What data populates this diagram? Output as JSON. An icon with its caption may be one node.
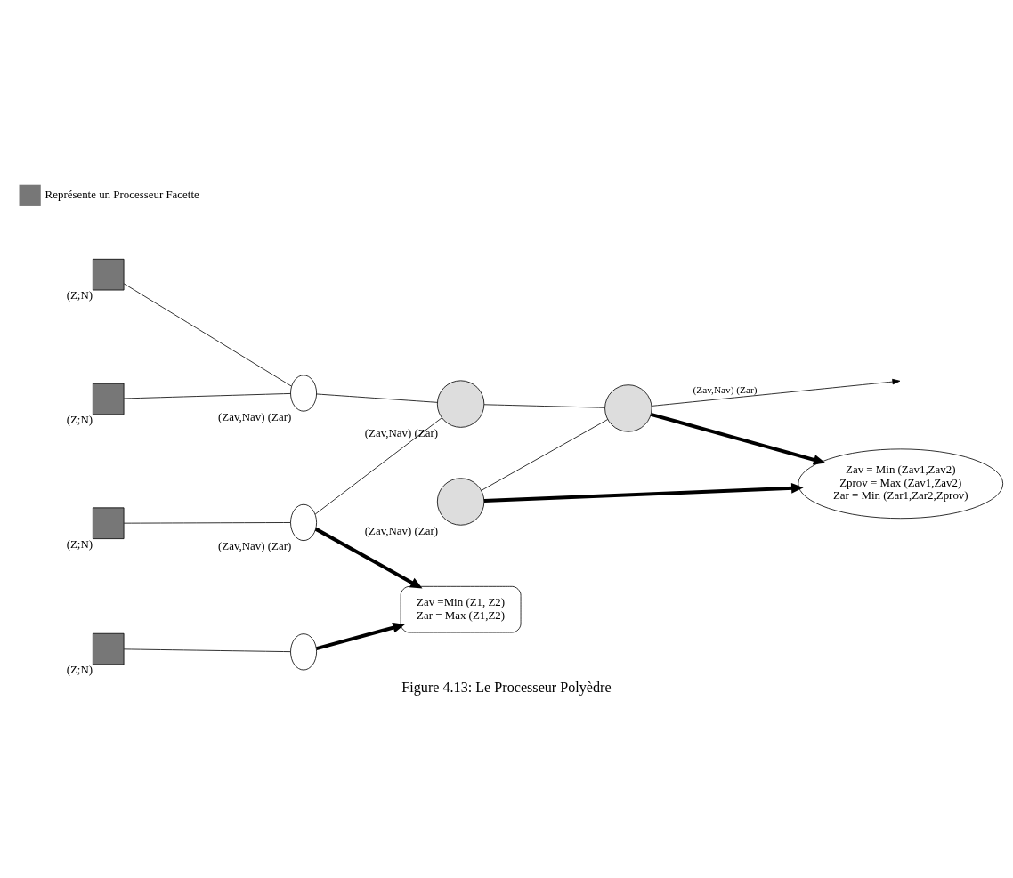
{
  "diagram": {
    "caption": "Figure 4.13: Le Processeur Polyèdre",
    "nodes": [
      {
        "text": [],
        "shape": "box",
        "beside": [
          "(Z;N)"
        ]
      },
      {
        "text": [],
        "shape": "box",
        "beside": [
          "(Z;N)"
        ]
      },
      {
        "text": [],
        "shape": "box",
        "beside": [
          "(Z;N)"
        ]
      },
      {
        "text": [],
        "shape": "box",
        "beside": [
          "(Z;N)"
        ]
      },
      {
        "text": [],
        "shape": "oval",
        "beside": [
          "(Zav,Nav) (Zar)"
        ]
      },
      {
        "text": [],
        "shape": "oval",
        "beside": [
          "(Zav,Nav) (Zar)"
        ]
      },
      {
        "text": [],
        "shape": "oval"
      },
      {
        "text": [],
        "shape": "circle",
        "beside": [
          "(Zav,Nav) (Zar)"
        ]
      },
      {
        "text": [],
        "shape": "circle",
        "beside": [
          "(Zav,Nav) (Zar)"
        ]
      },
      {
        "text": [],
        "shape": "circle"
      },
      {
        "text": [
          "Zav =Min (Z1, Z2)",
          "Zar = Max (Z1,Z2)"
        ]
      },
      {
        "text": [
          "Zav = Min (Zav1,Zav2)",
          "Zprov = Max (Zav1,Zav2)",
          "Zar = Min (Zar1,Zar2,Zprov)"
        ]
      }
    ],
    "edges": [
      {
        "from": 0,
        "to": 4,
        "arrow": "none"
      },
      {
        "from": 1,
        "to": 4,
        "arrow": "none"
      },
      {
        "from": 4,
        "to": 7,
        "arrow": "none"
      },
      {
        "from": 2,
        "to": 5,
        "arrow": "none"
      },
      {
        "from": 5,
        "to": 7,
        "arrow": "none"
      },
      {
        "from": 7,
        "to": 9,
        "arrow": "none"
      },
      {
        "from": 8,
        "to": 9,
        "arrow": "none"
      },
      {
        "from": 3,
        "to": 6,
        "arrow": "none"
      },
      {
        "from": 9,
        "to": null,
        "arrow": "to",
        "label": "(Zav,Nav) (Zar)"
      },
      {
        "from": 6,
        "to": 10,
        "arrow": "to",
        "style": "thick"
      },
      {
        "from": 5,
        "to": 10,
        "arrow": "to",
        "style": "thick"
      },
      {
        "from": 8,
        "to": 11,
        "arrow": "to",
        "style": "thick"
      },
      {
        "from": 9,
        "to": 11,
        "arrow": "to",
        "style": "thick"
      }
    ],
    "legend": [
      {
        "text": "Représente un Processeur Facette",
        "color": "#777777"
      }
    ]
  }
}
